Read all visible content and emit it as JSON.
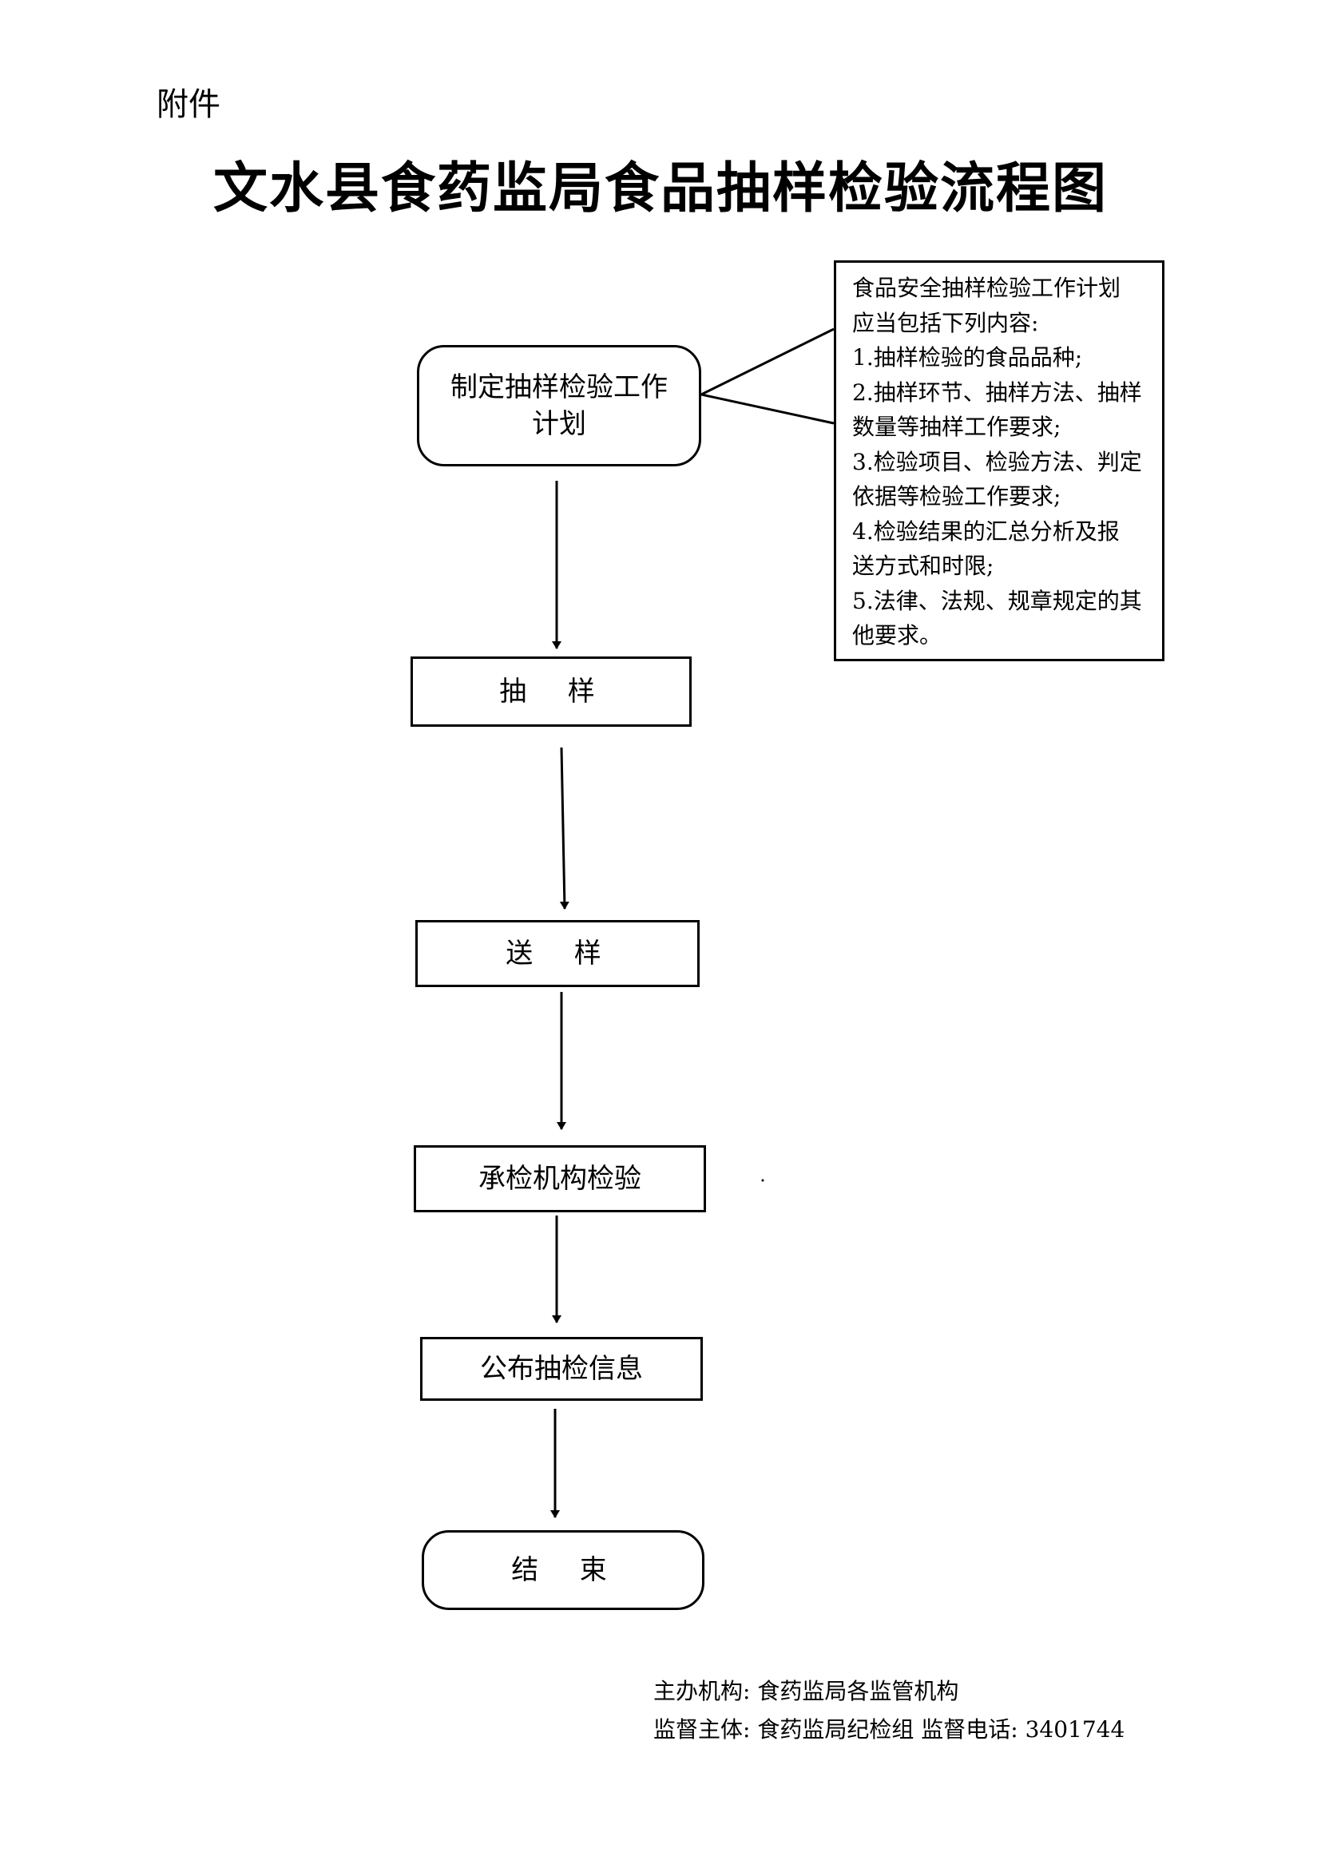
{
  "header": {
    "attachment_label": "附件",
    "title": "文水县食药监局食品抽样检验流程图"
  },
  "flow": {
    "step_plan": [
      "制定抽样检验工作",
      "计划"
    ],
    "step_sampling": "抽  样",
    "step_delivery": "送  样",
    "step_inspection": "承检机构检验",
    "step_publish": "公布抽检信息",
    "step_end": "结  束"
  },
  "note": {
    "lines": [
      "食品安全抽样检验工作计划",
      "应当包括下列内容:",
      "1.抽样检验的食品品种;",
      "2.抽样环节、抽样方法、抽样",
      "数量等抽样工作要求;",
      "3.检验项目、检验方法、判定",
      "依据等检验工作要求;",
      "4.检验结果的汇总分析及报",
      "送方式和时限;",
      "5.法律、法规、规章规定的其",
      "他要求。"
    ]
  },
  "footer": {
    "organizer": "主办机构: 食药监局各监管机构",
    "supervisor": "监督主体: 食药监局纪检组 监督电话: 3401744"
  }
}
